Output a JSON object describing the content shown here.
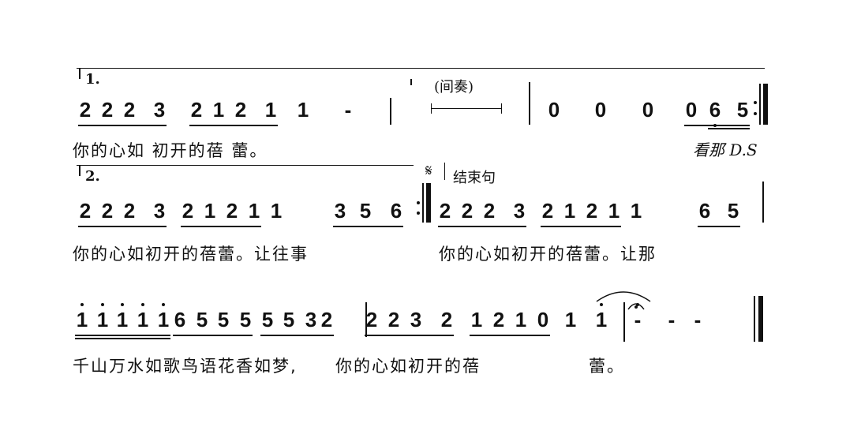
{
  "volta": {
    "first": "1.",
    "second": "2."
  },
  "labels": {
    "interlude": "(间奏)",
    "segno_mark": "𝄋",
    "ending_phrase": "结束句",
    "ds_instruction": "看那 D.S"
  },
  "row1": {
    "notes": [
      "2",
      "2",
      "2",
      "3",
      "2",
      "1",
      "2",
      "1",
      "1",
      "-",
      "0",
      "0",
      "0",
      "0",
      "6",
      "5"
    ],
    "lyrics": "你的心如 初开的蓓 蕾。"
  },
  "row2": {
    "notes": [
      "2",
      "2",
      "2",
      "3",
      "2",
      "1",
      "2",
      "1",
      "1",
      "3",
      "5",
      "6",
      "2",
      "2",
      "2",
      "3",
      "2",
      "1",
      "2",
      "1",
      "1",
      "6",
      "5"
    ],
    "lyrics_a": "你的心如初开的蓓蕾。让往事",
    "lyrics_b": "你的心如初开的蓓蕾。让那"
  },
  "row3": {
    "notes": [
      "1",
      "1",
      "1",
      "1",
      "1",
      "6",
      "5",
      "5",
      "5",
      "5",
      "5",
      "3",
      "2",
      "2",
      "2",
      "3",
      "2",
      "1",
      "2",
      "1",
      "0",
      "1",
      "1",
      "-",
      "-",
      "-"
    ],
    "lyrics_a": "千山万水如歌鸟语花香如梦,",
    "lyrics_b": "你的心如初开的蓓",
    "lyrics_c": "蕾。"
  }
}
